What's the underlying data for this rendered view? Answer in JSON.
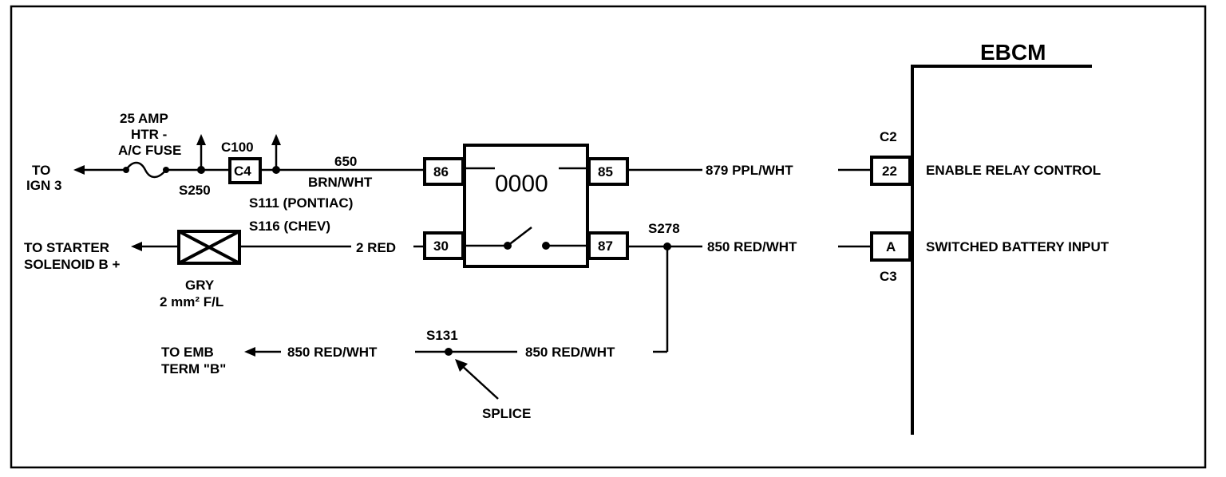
{
  "module": {
    "name": "EBCM"
  },
  "fuse": {
    "line1": "25 AMP",
    "line2": "HTR -",
    "line3": "A/C FUSE"
  },
  "to_ign": {
    "line1": "TO",
    "line2": "IGN 3"
  },
  "splices": {
    "s250": "S250",
    "s111": "S111 (PONTIAC)",
    "s116": "S116 (CHEV)",
    "s278": "S278",
    "s131": "S131"
  },
  "connector_c100": {
    "label": "C100",
    "pin": "C4"
  },
  "wires": {
    "w650_num": "650",
    "w650_color": "BRN/WHT",
    "w879": "879 PPL/WHT",
    "w2": "2 RED",
    "w850_right": "850 RED/WHT",
    "w850_mid": "850 RED/WHT",
    "w850_left": "850 RED/WHT"
  },
  "relay": {
    "coil": "0000",
    "pin_86": "86",
    "pin_85": "85",
    "pin_30": "30",
    "pin_87": "87"
  },
  "fusible_link": {
    "color": "GRY",
    "size": "2 mm² F/L"
  },
  "to_starter": {
    "line1": "TO STARTER",
    "line2": "SOLENOID B +"
  },
  "to_emb": {
    "line1": "TO EMB",
    "line2": "TERM \"B\""
  },
  "splice_pointer": "SPLICE",
  "ebcm_pins": {
    "c2_label": "C2",
    "pin_22": "22",
    "enable": "ENABLE RELAY CONTROL",
    "pin_a": "A",
    "c3_label": "C3",
    "switched": "SWITCHED BATTERY INPUT"
  }
}
